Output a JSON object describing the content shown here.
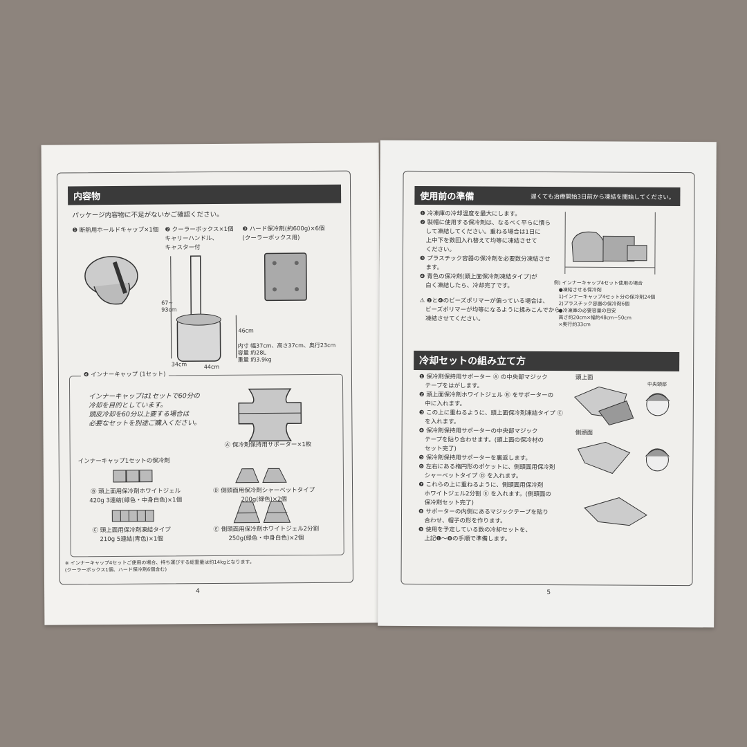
{
  "left_page": {
    "heading": "内容物",
    "intro": "パッケージ内容物に不足がないかご確認ください。",
    "items": [
      {
        "label": "❶ 断熱用ホールドキャップ×1個"
      },
      {
        "label": "❷ クーラーボックス×1個\nキャリーハンドル、\nキャスター付"
      },
      {
        "label": "❸ ハード保冷剤(約600g)×6個\n(クーラーボックス用)"
      }
    ],
    "dims": {
      "height": "67~\n93cm",
      "box_height": "46cm",
      "depth": "34cm",
      "width": "44cm",
      "specs": "内寸 幅37cm、高さ37cm、奥行23cm\n容量 約28L\n重量 約3.9kg"
    },
    "inner_cap": {
      "title": "❹ インナーキャップ (1セット)",
      "note": "インナーキャップは1セットで60分の\n冷却を目的としています。\n頭皮冷却を60分以上要する場合は\n必要なセットを別途ご購入ください。",
      "supporter": "Ⓐ 保冷剤保持用サポーター×1枚",
      "packs_title": "インナーキャップ1セットの保冷剤",
      "packs": [
        {
          "label": "Ⓑ 頭上面用保冷剤ホワイトジェル\n420g 3連結(緑色・中身白色)×1個"
        },
        {
          "label": "Ⓓ 側頭面用保冷剤シャーベットタイプ\n200g(緑色)×2個"
        },
        {
          "label": "Ⓒ 頭上面用保冷剤凍結タイプ\n210g 5連結(青色)×1個"
        },
        {
          "label": "Ⓔ 側頭面用保冷剤ホワイトジェル2分割\n250g(緑色・中身白色)×2個"
        }
      ]
    },
    "footnote": "※ インナーキャップ4セットご使用の場合、持ち運びする総重量は約14kgとなります。\n(クーラーボックス1個、ハード保冷剤6個含む)",
    "page_number": "4"
  },
  "right_page": {
    "prep": {
      "heading": "使用前の準備",
      "subheading": "遅くても治療開始3日前から凍結を開始してください。",
      "steps": "❶ 冷凍庫の冷却温度を最大にします。\n❷ 製帽に使用する保冷剤は、なるべく平らに慣ら\n　して凍結してください。重ねる場合は1日に\n　上中下を数回入れ替えて均等に凍結させて\n　ください。\n❸ プラスチック容器の保冷剤を必要数分凍結させ\n　ます。\n❹ 青色の保冷剤(頭上面保冷剤凍結タイプ)が\n　白く凍結したら、冷却完了です。",
      "warning": "⚠ ❷と❹のビーズポリマーが偏っている場合は、\n　ビーズポリマーが均等になるように揉みこんでから\n　凍結させてください。",
      "example": "例) インナーキャップ4セット使用の場合\n　●凍結させる保冷剤\n　1)インナーキャップ4セット分の保冷剤24個\n　2)プラスチック容器の保冷剤6個\n　●冷凍庫の必要容量の目安\n　高さ約20cm×幅約48cm~50cm\n　×奥行約33cm"
    },
    "assembly": {
      "heading": "冷却セットの組み立て方",
      "steps": "❶ 保冷剤保持用サポーター Ⓐ の中央部マジック\n　テープをはがします。\n❷ 頭上面保冷剤ホワイトジェル Ⓑ をサポーターの\n　中に入れます。\n❸ この上に重ねるように、頭上面保冷剤凍結タイプ Ⓒ\n　を入れます。\n❹ 保冷剤保持用サポーターの中央部マジック\n　テープを貼り合わせます。(頭上面の保冷材の\n　セット完了)\n❺ 保冷剤保持用サポーターを裏返します。\n❻ 左右にある楕円形のポケットに、側頭面用保冷剤\n　シャーベットタイプ Ⓓ を入れます。\n❼ これらの上に重ねるように、側頭面用保冷剤\n　ホワイトジェル2分割 Ⓔ を入れます。(側頭面の\n　保冷剤セット完了)\n❽ サポーターの内側にあるマジックテープを貼り\n　合わせ、帽子の形を作ります。\n❾ 使用を予定している数の冷却セットを、\n　上記❶～❽の手順で準備します。",
      "fig_top": "頭上面",
      "fig_center": "中央頭部",
      "fig_side": "側頭面"
    },
    "page_number": "5"
  }
}
